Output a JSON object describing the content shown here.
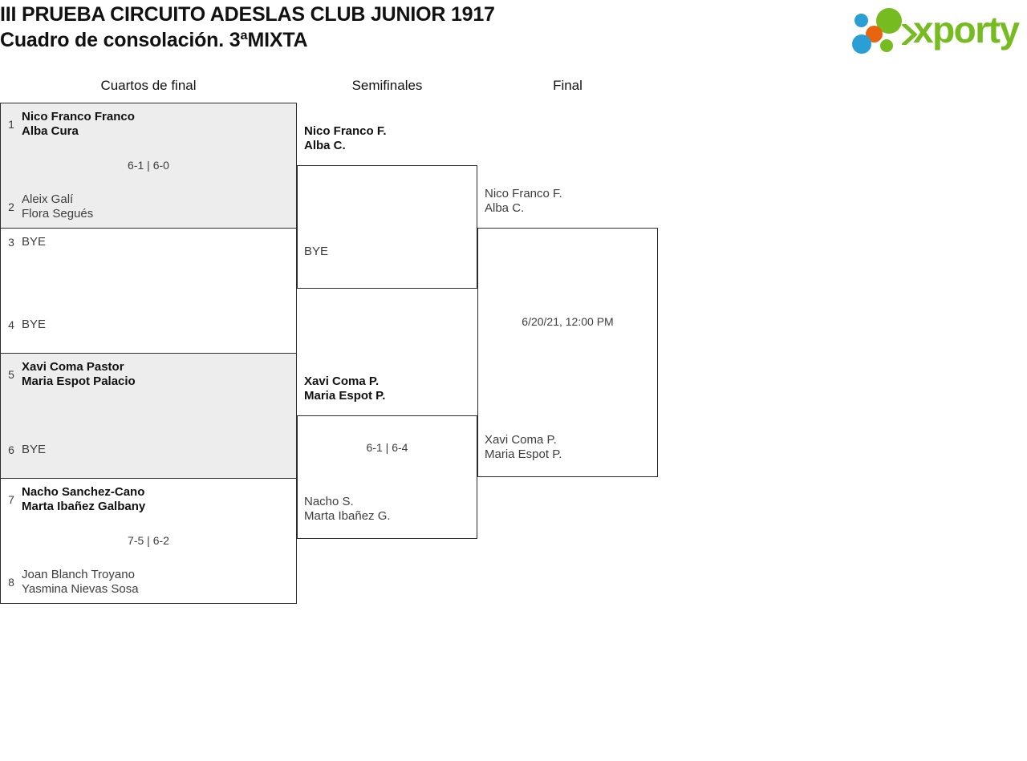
{
  "header": {
    "title_line1": "III PRUEBA CIRCUITO ADESLAS CLUB JUNIOR 1917",
    "title_line2": "Cuadro de consolación. 3ªMIXTA"
  },
  "logo": {
    "wordmark": "xporty",
    "colors": {
      "green": "#76bc21",
      "blue": "#2a9fd6",
      "orange": "#e8650d"
    }
  },
  "rounds": [
    {
      "label": "Cuartos de final"
    },
    {
      "label": "Semifinales"
    },
    {
      "label": "Final"
    }
  ],
  "quarterfinals": [
    {
      "shaded": true,
      "top": {
        "seed": "1",
        "line1": "Nico Franco Franco",
        "line2": "Alba Cura",
        "winner": true
      },
      "bottom": {
        "seed": "2",
        "line1": "Aleix Galí",
        "line2": "Flora Segués",
        "winner": false
      },
      "score": "6-1 | 6-0"
    },
    {
      "shaded": false,
      "top": {
        "seed": "3",
        "line1": "BYE",
        "line2": "",
        "winner": false
      },
      "bottom": {
        "seed": "4",
        "line1": "BYE",
        "line2": "",
        "winner": false
      },
      "score": ""
    },
    {
      "shaded": true,
      "top": {
        "seed": "5",
        "line1": "Xavi Coma Pastor",
        "line2": "Maria Espot Palacio",
        "winner": true
      },
      "bottom": {
        "seed": "6",
        "line1": "BYE",
        "line2": "",
        "winner": false
      },
      "score": ""
    },
    {
      "shaded": false,
      "top": {
        "seed": "7",
        "line1": "Nacho Sanchez-Cano",
        "line2": "Marta Ibañez Galbany",
        "winner": true
      },
      "bottom": {
        "seed": "8",
        "line1": "Joan Blanch Troyano",
        "line2": "Yasmina Nievas Sosa",
        "winner": false
      },
      "score": "7-5 | 6-2"
    }
  ],
  "semifinals": [
    {
      "top": {
        "line1": "Nico Franco F.",
        "line2": "Alba C.",
        "winner": true
      },
      "bottom": {
        "line1": "BYE",
        "line2": "",
        "winner": false
      },
      "score": ""
    },
    {
      "top": {
        "line1": "Xavi Coma P.",
        "line2": "Maria Espot P.",
        "winner": true
      },
      "bottom": {
        "line1": "Nacho S.",
        "line2": "Marta Ibañez G.",
        "winner": false
      },
      "score": "6-1 | 6-4"
    }
  ],
  "final": {
    "top": {
      "line1": "Nico Franco F.",
      "line2": "Alba C.",
      "winner": false
    },
    "bottom": {
      "line1": "Xavi Coma P.",
      "line2": "Maria Espot P.",
      "winner": false
    },
    "schedule": "6/20/21, 12:00 PM"
  }
}
